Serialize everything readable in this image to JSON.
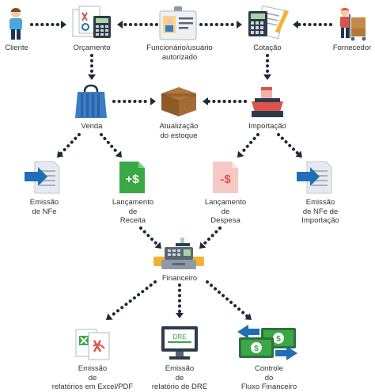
{
  "nodes": {
    "cliente": {
      "label": "Cliente",
      "icon": "person-icon"
    },
    "orcamento": {
      "label": "Orçamento",
      "icon": "budget-documents-icon"
    },
    "funcionario": {
      "label": "Funcionário/usuário\nautorizado",
      "icon": "employee-badge-icon"
    },
    "cotacao": {
      "label": "Cotação",
      "icon": "calculator-quote-icon"
    },
    "fornecedor": {
      "label": "Fornecedor",
      "icon": "delivery-person-icon"
    },
    "venda": {
      "label": "Venda",
      "icon": "shopping-bag-icon"
    },
    "estoque": {
      "label": "Atualização\ndo estoque",
      "icon": "stock-box-icon"
    },
    "importacao": {
      "label": "Importação",
      "icon": "cargo-ship-icon"
    },
    "nfe": {
      "label": "Emissão\nde NFe",
      "icon": "nfe-document-icon"
    },
    "receita": {
      "label": "Lançamento\nde\nReceita",
      "icon": "revenue-document-icon",
      "symbol": "+$"
    },
    "despesa": {
      "label": "Lançamento\nde\nDespesa",
      "icon": "expense-document-icon",
      "symbol": "-$"
    },
    "nfe_import": {
      "label": "Emissão\nde NFe de\nImportação",
      "icon": "import-nfe-document-icon"
    },
    "financeiro": {
      "label": "Financeiro",
      "icon": "cash-register-icon"
    },
    "relatorios": {
      "label": "Emissão\nde\nrelatórios em Excel/PDF",
      "icon": "excel-pdf-icon"
    },
    "dre": {
      "label": "Emissão\nde\nrelatório de DRE",
      "icon": "dre-monitor-icon",
      "screen_text": "DRE"
    },
    "fluxo": {
      "label": "Controle\ndo\nFluxo Financeiro",
      "icon": "cash-flow-icon"
    }
  },
  "colors": {
    "arrow": "#1d2a3a",
    "blue": "#1e6fb5",
    "green": "#3aa845",
    "red": "#d9534f",
    "label": "#333333"
  }
}
